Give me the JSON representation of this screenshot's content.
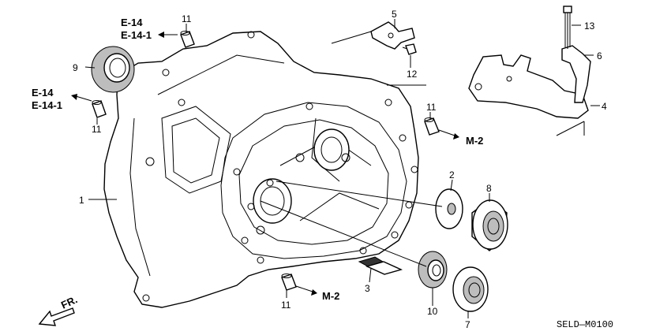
{
  "callouts": {
    "p1": "1",
    "p2": "2",
    "p3": "3",
    "p4": "4",
    "p5": "5",
    "p6": "6",
    "p7": "7",
    "p8": "8",
    "p9": "9",
    "p10": "10",
    "p11a": "11",
    "p11b": "11",
    "p11c": "11",
    "p11d": "11",
    "p12": "12",
    "p13": "13"
  },
  "refs": {
    "e14_top": "E-14",
    "e14_1_top": "E-14-1",
    "e14_left": "E-14",
    "e14_1_left": "E-14-1",
    "m2_right": "M-2",
    "m2_bottom": "M-2"
  },
  "front_indicator": "FR.",
  "diagram_code": "SELD—M0100"
}
